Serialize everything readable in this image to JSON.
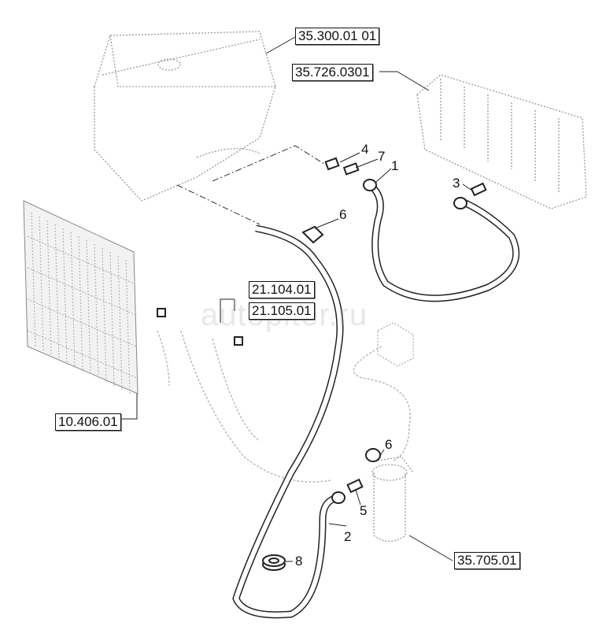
{
  "title": "Hydraulic oil cooler circuit",
  "watermark": "autopiter.ru",
  "references": {
    "tank": "35.300.01 01",
    "valve": "35.726.0301",
    "ref_a": "21.104.01",
    "ref_b": "21.105.01",
    "cooler": "10.406.01",
    "filter": "35.705.01"
  },
  "part_numbers": {
    "p1": "1",
    "p2": "2",
    "p3": "3",
    "p4": "4",
    "p5": "5",
    "p6a": "6",
    "p6b": "6",
    "p7": "7",
    "p8": "8"
  },
  "colors": {
    "line": "#222222",
    "ghost": "#9a9a9a"
  }
}
